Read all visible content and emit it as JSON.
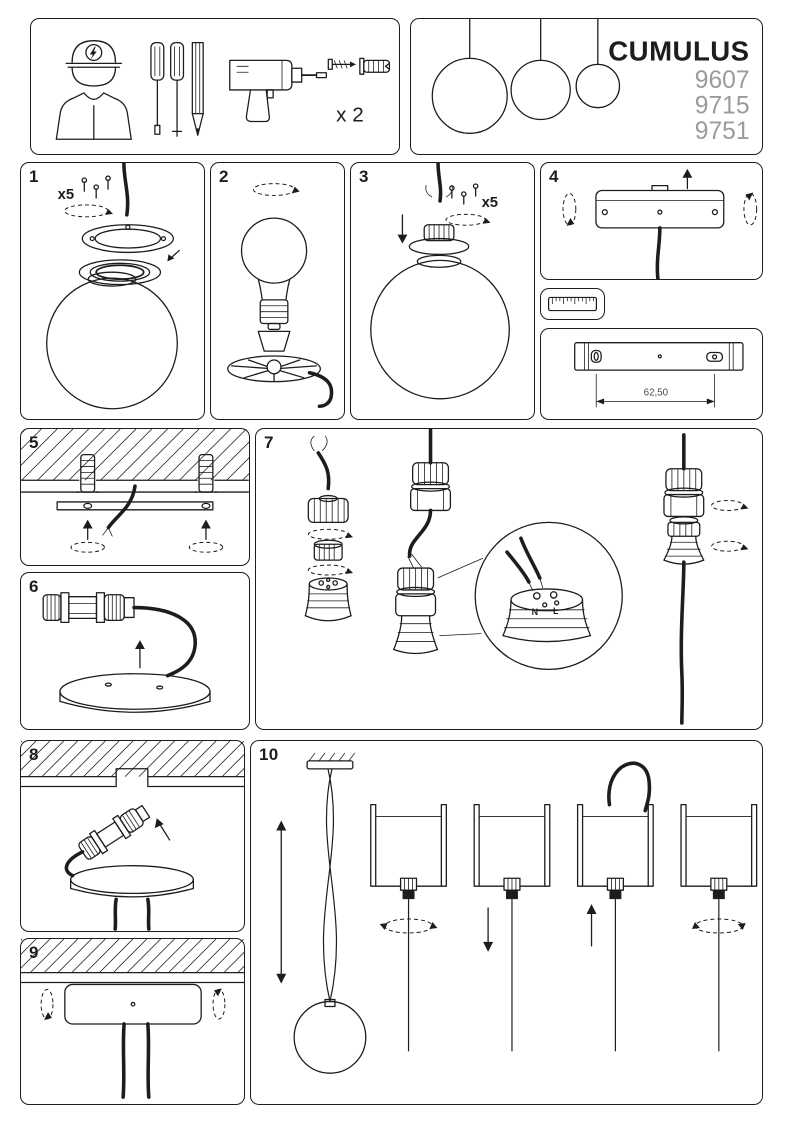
{
  "page": {
    "background": "#ffffff",
    "line_color": "#1d1d1b"
  },
  "header": {
    "tools_box": {
      "anchor_quantity": "x 2",
      "icons": [
        "electrician-icon",
        "flat-screwdriver-icon",
        "phillips-screwdriver-icon",
        "pencil-icon",
        "drill-icon",
        "screw-icon",
        "wall-plug-icon"
      ]
    },
    "title_box": {
      "product_name": "CUMULUS",
      "models": [
        "9607",
        "9715",
        "9751"
      ],
      "model_color": "#9c9b9b"
    }
  },
  "steps": {
    "s1": {
      "number": "1",
      "screws_label": "x5"
    },
    "s2": {
      "number": "2"
    },
    "s3": {
      "number": "3",
      "screws_label": "x5"
    },
    "s4": {
      "number": "4"
    },
    "s5": {
      "number": "5"
    },
    "s6": {
      "number": "6"
    },
    "s7": {
      "number": "7",
      "wire_neutral": "N",
      "wire_live": "L"
    },
    "s8": {
      "number": "8"
    },
    "s9": {
      "number": "9"
    },
    "s10": {
      "number": "10"
    }
  },
  "measurement": {
    "hole_distance": "62,50"
  }
}
